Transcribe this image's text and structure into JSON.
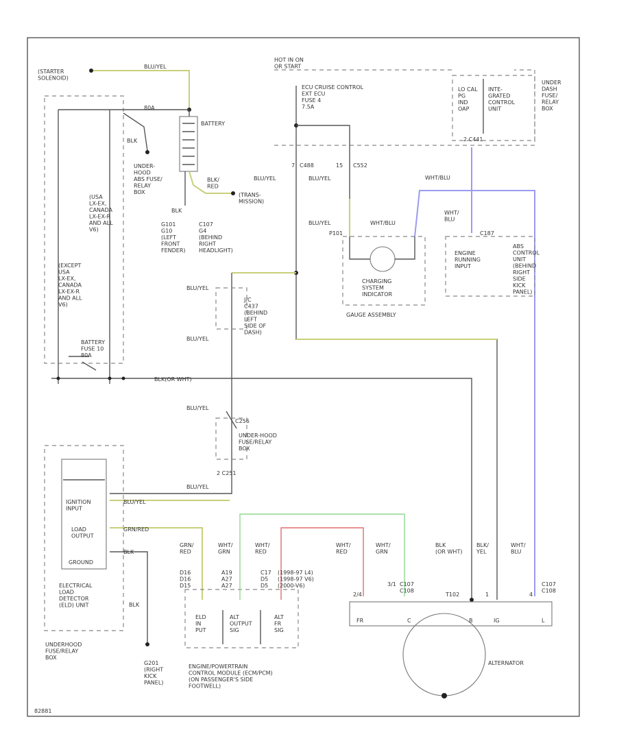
{
  "diagram_id": "82881",
  "labels": {
    "starter": "(STARTER\nSOLENOID)",
    "blu_yel_top": "BLU/YEL",
    "w80a": "80A",
    "blk1": "BLK",
    "battery": "BATTERY",
    "underhood_box": "UNDER-\nHOOD\nABS FUSE/\nRELAY\nBOX",
    "blk_red": "BLK/\nRED",
    "trans_mission": "(TRANS-\nMISSION)",
    "blk2": "BLK",
    "g101": "G101\nG10\n(LEFT\nFRONT\nFENDER)",
    "c107": "C107\nG4\n(BEHIND\nRIGHT\nHEADLIGHT)",
    "usa_lx": "(USA\nLX-EX,\nCANADA\nLX-EX-R\nAND ALL\nV6)",
    "except_usa": "(EXCEPT\nUSA\nLX-EX,\nCANADA\nLX-EX-R\nAND ALL\nV6)",
    "battery_fuse": "BATTERY\nFUSE 10\n80A",
    "hot_in_on": "HOT IN ON\nOR START",
    "ecu_fuse": "ECU CRUISE CONTROL\nEXT ECU\nFUSE 4\n7.5A",
    "c488": "C488",
    "c552": "C552",
    "pin7": "7",
    "pin15": "15",
    "blu_yel_a": "BLU/YEL",
    "blu_yel_b": "BLU/YEL",
    "blu_yel_c": "BLU/YEL",
    "wht_blu_a": "WHT/BLU",
    "wht_blu_b": "WHT/BLU",
    "wht_blu_c": "WHT/\nBLU",
    "lock_box": "LO CAL\nPG\nIND\nOAP",
    "integrated_unit": "INTE-\nGRATED\nCONTROL\nUNIT",
    "under_dash": "UNDER\nDASH\nFUSE/\nRELAY\nBOX",
    "c441": "2  C441",
    "charging": "CHARGING\nSYSTEM\nINDICATOR",
    "gauge": "GAUGE ASSEMBLY",
    "p101": "P101",
    "c187": "C187",
    "engine_running": "ENGINE\nRUNNING\nINPUT",
    "abs_control": "ABS\nCONTROL\nUNIT\n(BEHIND\nRIGHT\nSIDE\nKICK\nPANEL)",
    "blu_yel_d": "BLU/YEL",
    "jc_joint": "J/C\nC437\n(BEHIND\nLEFT\nSIDE OF\nDASH)",
    "blu_yel_e": "BLU/YEL",
    "c251": "C251",
    "blk_wht_mid": "BLK(OR WHT)",
    "blu_yel_f": "BLU/YEL",
    "c256": "C256",
    "underhood_fuse_relay": "UNDER-HOOD\nFUSE/RELAY\nBOX",
    "blu_yel_g": "BLU/YEL",
    "c251b": "2  C251",
    "ignition_input": "IGNITION\nINPUT",
    "blu_yel_h": "BLU/YEL",
    "load_output": "LOAD\nOUTPUT",
    "grn_red_a": "GRN/RED",
    "ground": "GROUND",
    "blk_gnd": "BLK",
    "eld_unit": "ELECTRICAL\nLOAD\nDETECTOR\n(ELD) UNIT",
    "underhood_bottom": "UNDERHOOD\nFUSE/RELAY\nBOX",
    "blk_g": "BLK",
    "g201": "G201\n(RIGHT\nKICK\nPANEL)",
    "grn_red_b": "GRN/\nRED",
    "wht_grn_a": "WHT/\nGRN",
    "wht_red_a": "WHT/\nRED",
    "wht_red_b": "WHT/\nRED",
    "wht_grn_b": "WHT/\nGRN",
    "blk_or_wht": "BLK\n(OR WHT)",
    "blk_yel": "BLK/\nYEL",
    "wht_blu_d": "WHT/\nBLU",
    "pins_d": "D16\nD16\nD15",
    "pins_a": "A19\nA27\nA27",
    "pins_c": "C17\nD5\nD5",
    "years": "(1998-97 L4)\n(1998-97 V6)\n(2000-V6)",
    "pm_eld": "ELD\nIN\nPUT",
    "pm_alt_out": "ALT\nOUTPUT\nSIG",
    "pm_alt_fr": "ALT\nFR\nSIG",
    "pcm": "ENGINE/POWERTRAIN\nCONTROL MODULE (ECM/PCM)\n(ON PASSENGER'S SIDE\nFOOTWELL)",
    "c107b": "C107\nC108",
    "c107c": "C107\nC108",
    "t102": "T102",
    "alt_fr": "FR",
    "alt_c": "C",
    "alt_b": "B",
    "alt_ig": "IG",
    "alt_l": "L",
    "alternator": "ALTERNATOR",
    "pin2a": "2",
    "pin3": "3",
    "pin1": "1",
    "pin4": "4",
    "pin2b": "2/4",
    "pin3b": "3/1"
  }
}
